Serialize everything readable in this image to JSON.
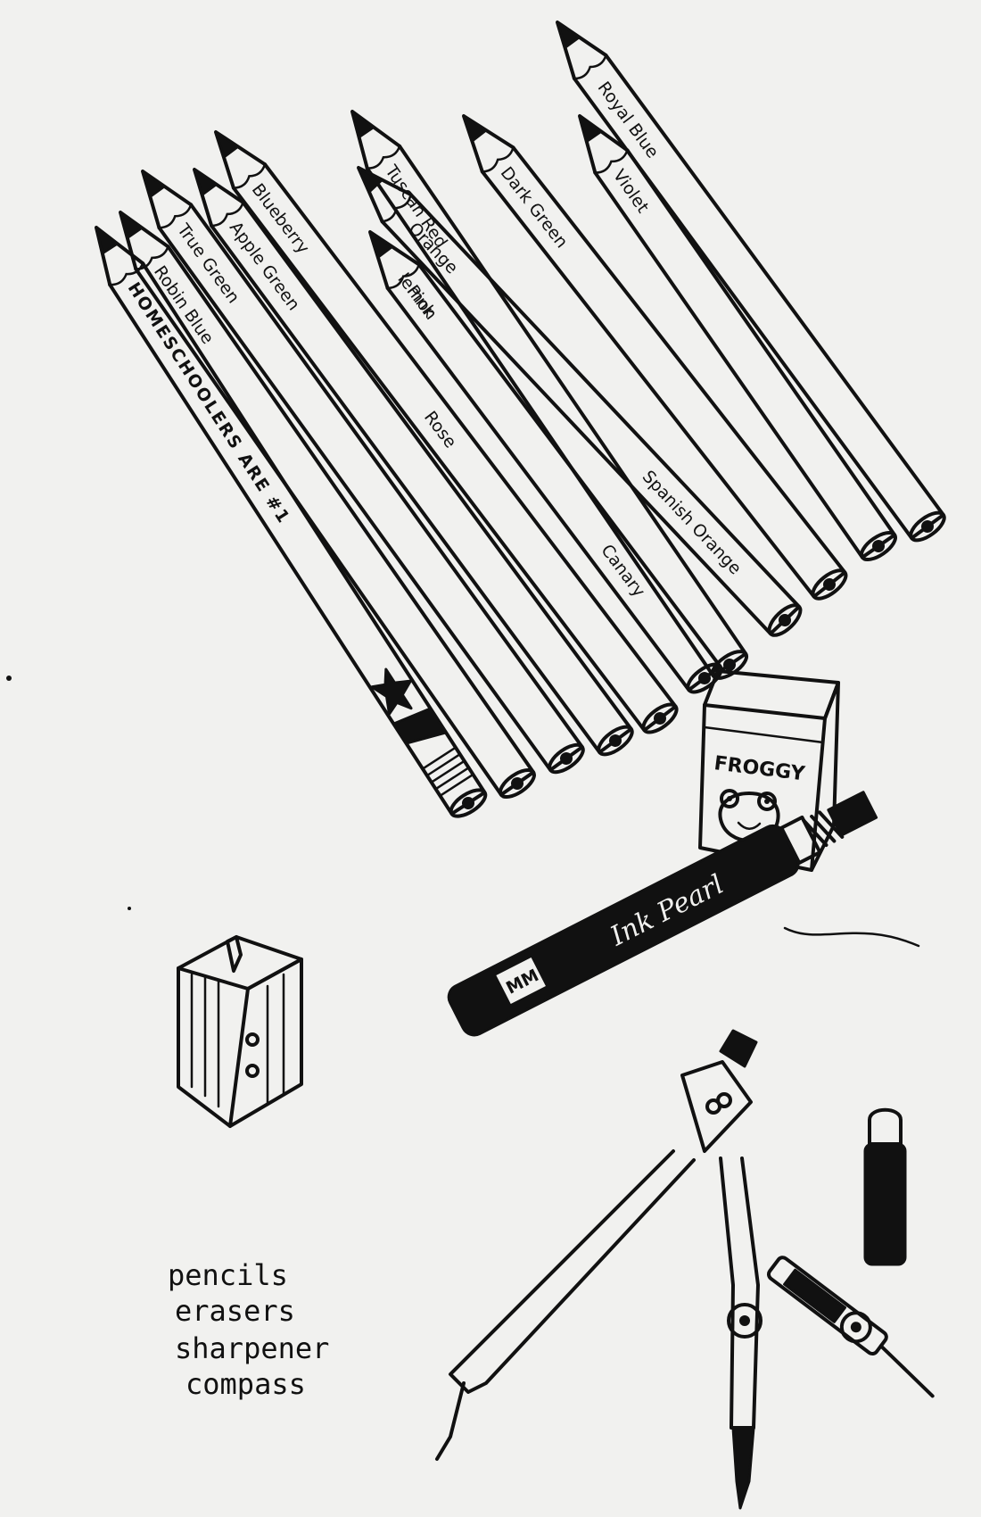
{
  "pencils": [
    {
      "name": "pencil-1",
      "labels": [
        {
          "text": "HOMESCHOOLERS ARE #1",
          "size": 23
        }
      ]
    },
    {
      "name": "pencil-2",
      "labels": [
        {
          "text": "Robin Blue",
          "size": 19
        }
      ]
    },
    {
      "name": "pencil-3",
      "labels": [
        {
          "text": "True Green",
          "size": 19
        }
      ]
    },
    {
      "name": "pencil-4",
      "labels": [
        {
          "text": "Apple Green",
          "size": 19
        }
      ]
    },
    {
      "name": "pencil-5",
      "labels": [
        {
          "text": "Blueberry",
          "size": 19
        },
        {
          "text": "Rose",
          "size": 19
        }
      ]
    },
    {
      "name": "pencil-6",
      "labels": [
        {
          "text": "lemon",
          "size": 17
        },
        {
          "text": "Canary",
          "size": 17
        },
        {
          "text": "Pink",
          "size": 19
        }
      ]
    },
    {
      "name": "pencil-7",
      "labels": [
        {
          "text": "Tuscan Red",
          "size": 19
        }
      ]
    },
    {
      "name": "pencil-8",
      "labels": [
        {
          "text": "Orange",
          "size": 19
        },
        {
          "text": "Spanish Orange",
          "size": 15
        }
      ]
    },
    {
      "name": "pencil-9",
      "labels": [
        {
          "text": "Dark Green",
          "size": 19
        }
      ]
    },
    {
      "name": "pencil-10",
      "labels": [
        {
          "text": "Violet",
          "size": 19
        }
      ]
    },
    {
      "name": "pencil-11",
      "labels": [
        {
          "text": "Royal Blue",
          "size": 19
        }
      ]
    }
  ],
  "eraser_box": {
    "label": "FROGGY"
  },
  "eraser_pen": {
    "brand": "Ink Pearl",
    "band": "MM"
  },
  "notes": [
    "pencils",
    "erasers",
    "sharpener",
    "compass"
  ],
  "icons": {
    "pencil": "pencil-icon",
    "eraser_box": "eraser-box-icon",
    "eraser_pen": "eraser-pen-icon",
    "sharpener": "sharpener-icon",
    "compass": "compass-icon",
    "glue_stick": "glue-stick-icon",
    "compass_attachment": "compass-attachment-icon"
  },
  "colors": {
    "ink": "#111111",
    "paper": "#f1f1ef"
  }
}
